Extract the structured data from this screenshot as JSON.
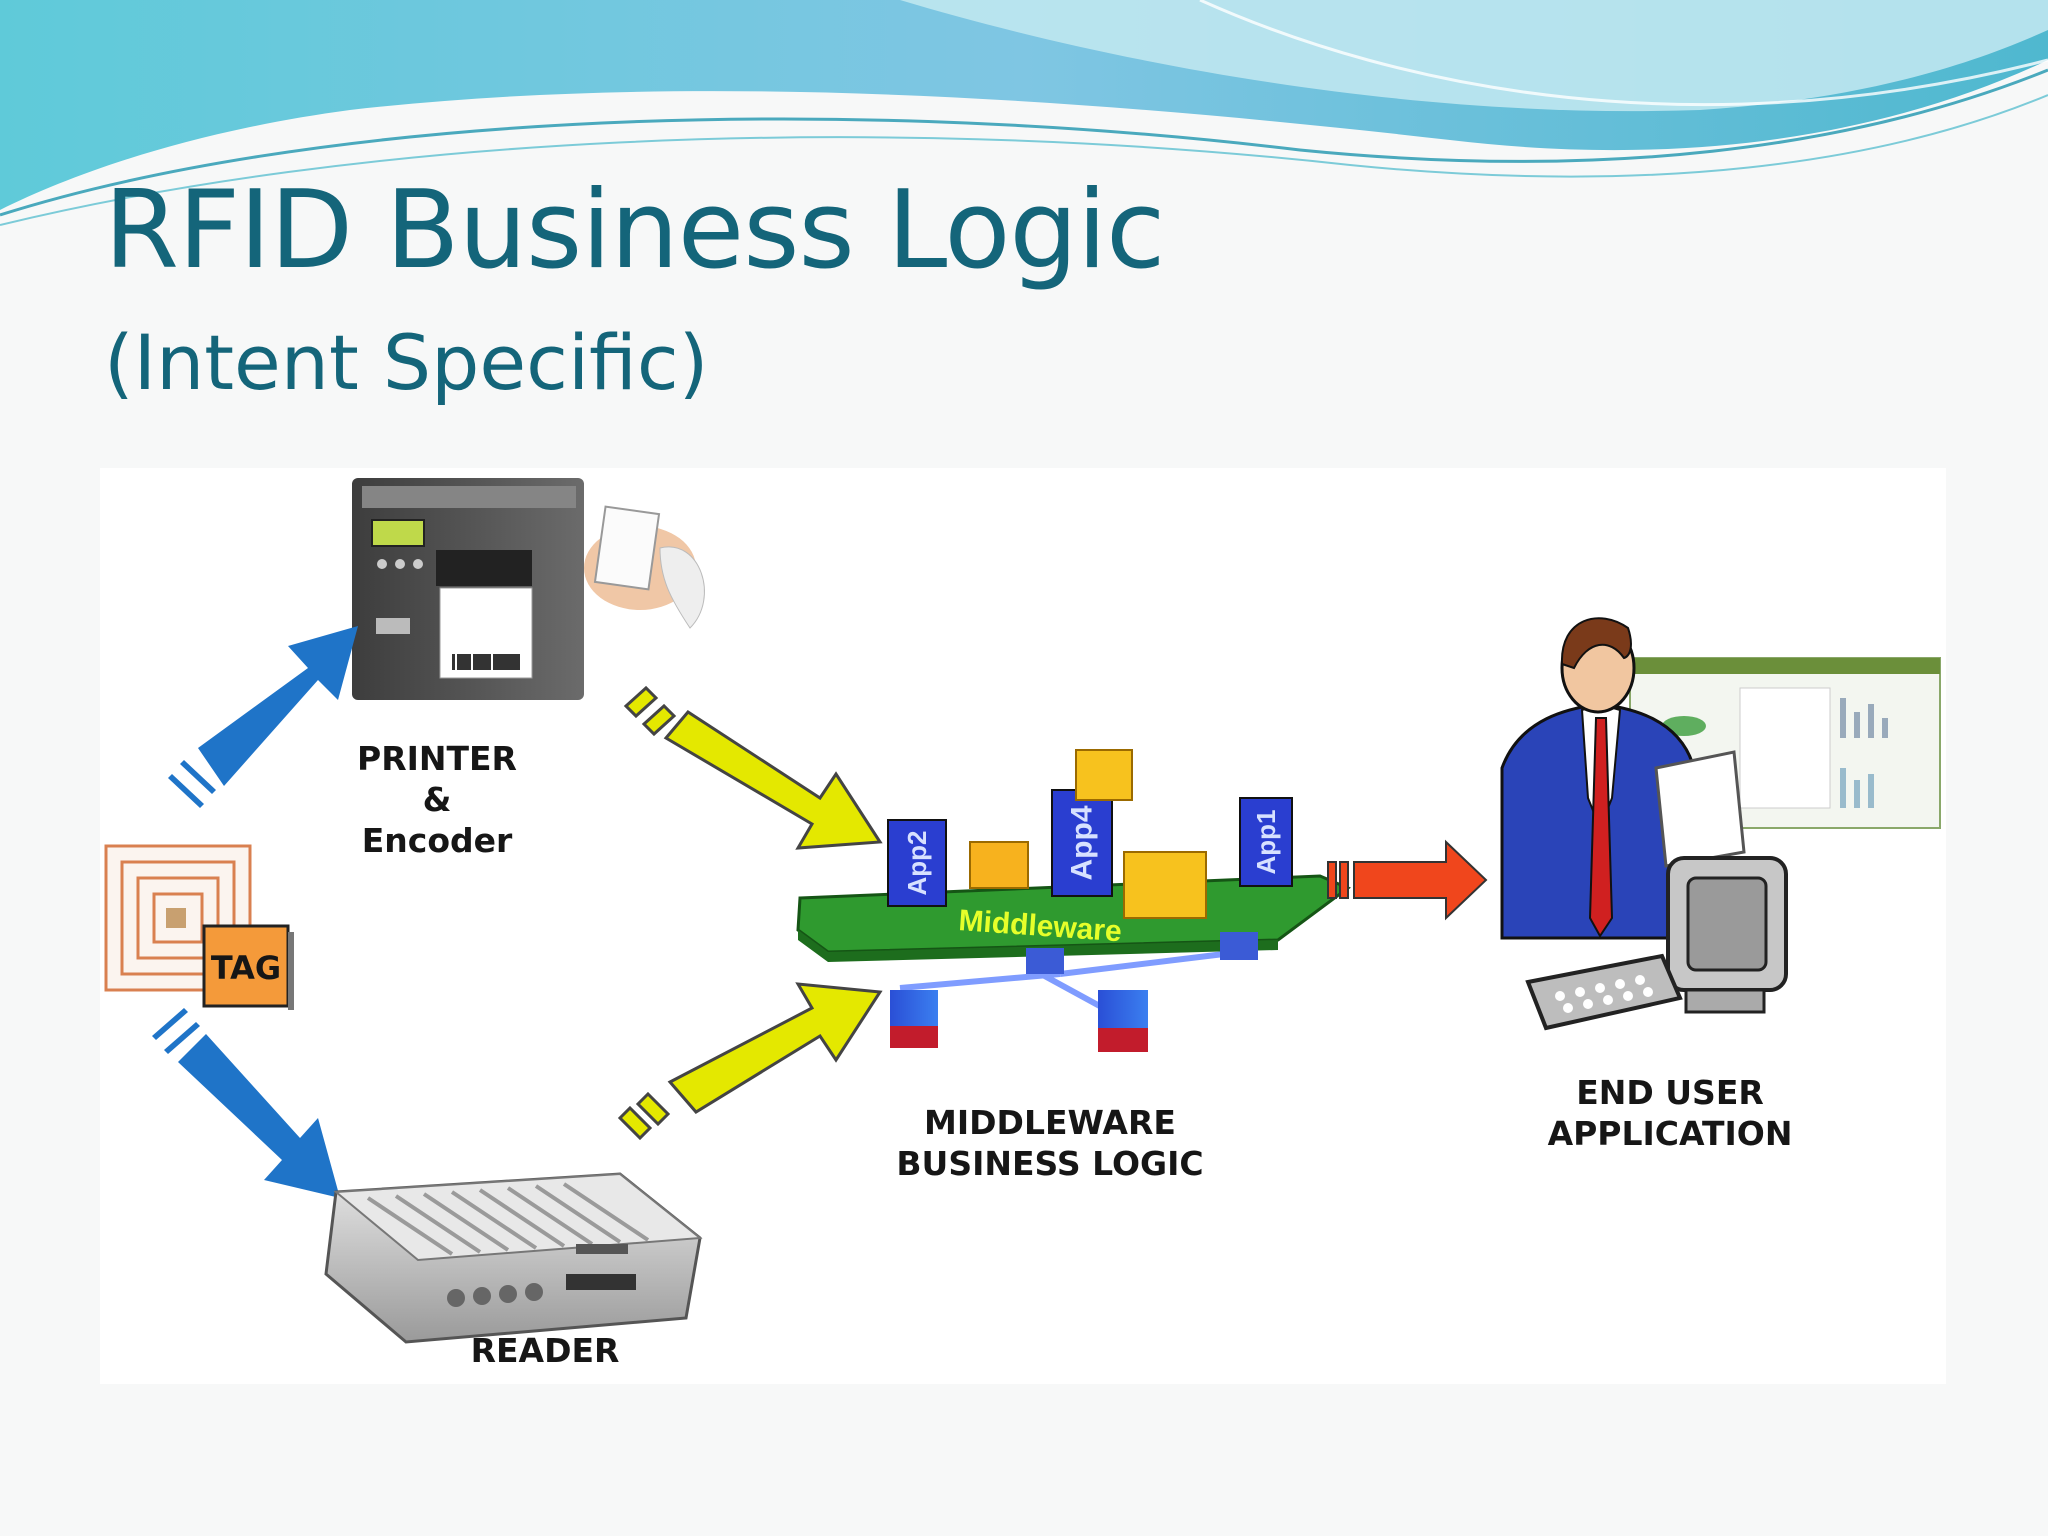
{
  "slide": {
    "title": "RFID Business Logic",
    "subtitle": "(Intent Specific)"
  },
  "labels": {
    "printer": "PRINTER",
    "amp": "&",
    "encoder": "Encoder",
    "tag": "TAG",
    "reader": "READER",
    "middleware_line1": "MIDDLEWARE",
    "middleware_line2": "BUSINESS LOGIC",
    "enduser_line1": "END USER",
    "enduser_line2": "APPLICATION",
    "platform": "Middleware",
    "app1": "App1",
    "app2": "App2",
    "app4": "App4"
  },
  "colors": {
    "title": "#14657a",
    "blue_arrow": "#1f74c8",
    "yellow_arrow": "#e4e800",
    "red_arrow": "#f0461c",
    "platform": "#2f9a2f",
    "tag_orange": "#f49a3a"
  },
  "icons": {
    "printer": "printer-icon",
    "tag": "rfid-tag-icon",
    "reader": "rfid-reader-icon",
    "middleware": "middleware-platform-icon",
    "enduser": "businessman-computer-icon"
  }
}
